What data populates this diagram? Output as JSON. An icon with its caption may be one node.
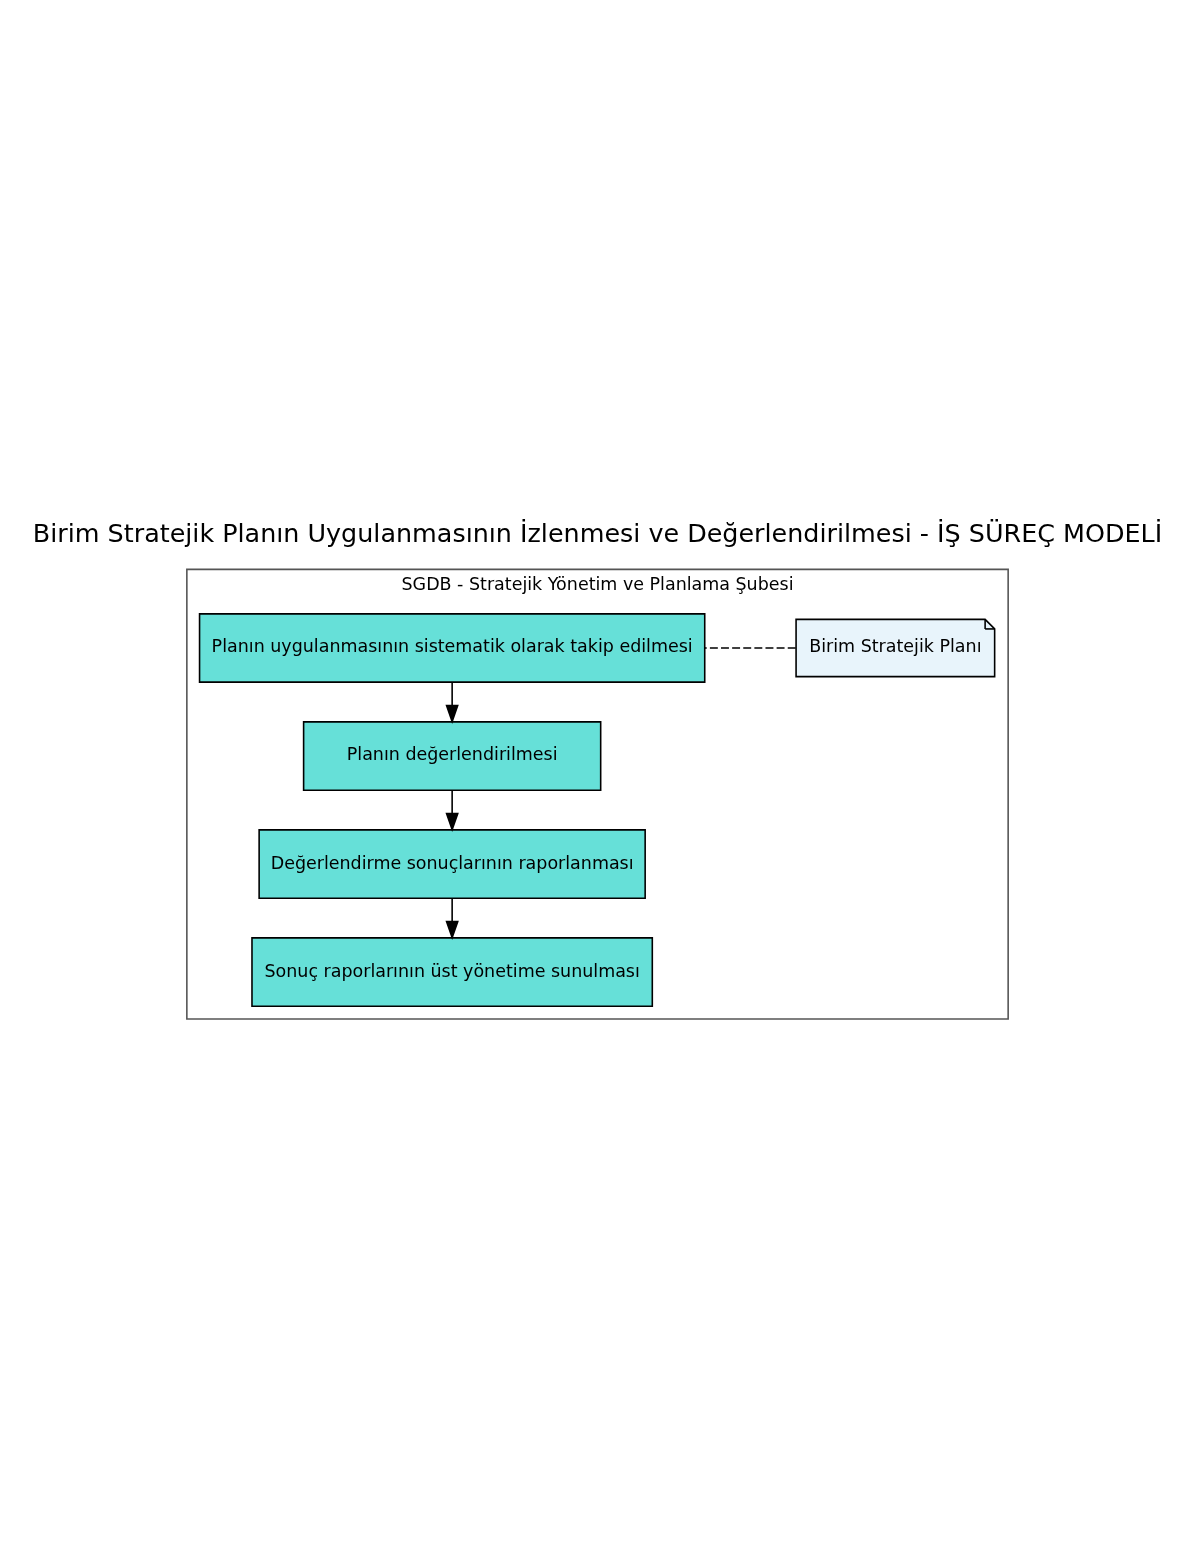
{
  "diagram": {
    "title": "Birim Stratejik Planın Uygulanmasının İzlenmesi ve Değerlendirilmesi - İŞ SÜREÇ MODELİ",
    "nodes": [
      {
        "text": [
          "SGDB - Stratejik Yönetim ve Planlama Şubesi"
        ]
      },
      {
        "text": [
          "Birim Stratejik Planı"
        ],
        "in": 0
      },
      {
        "text": [
          "Planın uygulanmasının sistematik olarak takip edilmesi"
        ],
        "in": 0
      },
      {
        "text": [
          "Planın değerlendirilmesi"
        ],
        "in": 0
      },
      {
        "text": [
          "Değerlendirme sonuçlarının raporlanması"
        ],
        "in": 0
      },
      {
        "text": [
          "Sonuç raporlarının üst yönetime sunulması"
        ],
        "in": 0
      }
    ],
    "edges": [
      {
        "from": 1,
        "to": 2,
        "arrow": "none",
        "style": "dashed"
      },
      {
        "from": 2,
        "to": 3,
        "arrow": "to"
      },
      {
        "from": 3,
        "to": 4,
        "arrow": "to"
      },
      {
        "from": 4,
        "to": 5,
        "arrow": "to"
      }
    ]
  }
}
